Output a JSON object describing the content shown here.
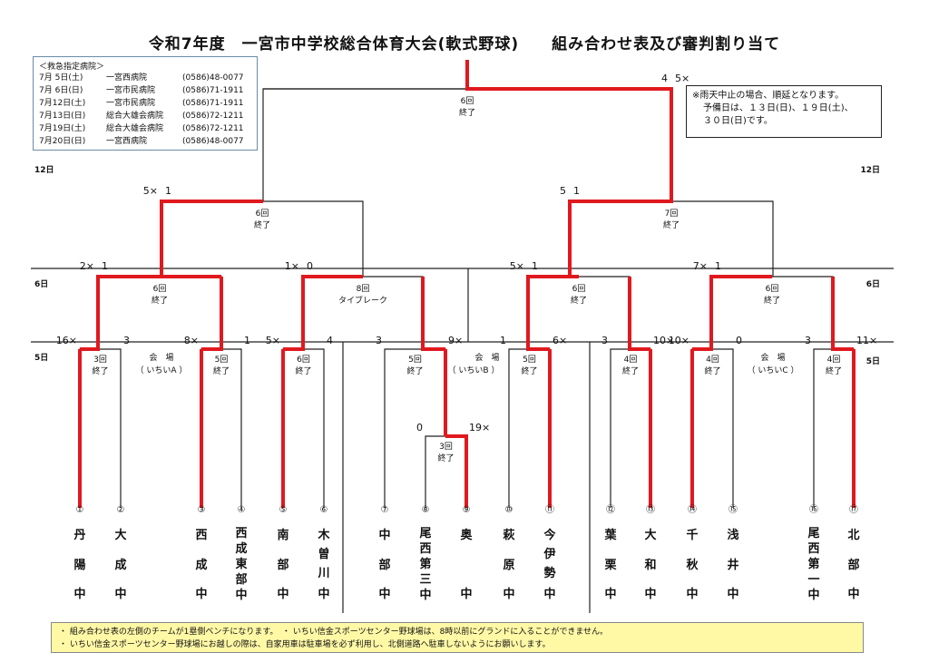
{
  "title": "令和7年度　一宮市中学校総合体育大会(軟式野球)　　組み合わせ表及び審判割り当て",
  "hospitals": {
    "heading": "＜救急指定病院＞",
    "rows": [
      {
        "date": "7月 5日(土)",
        "name": "一宮西病院",
        "phone": "(0586)48-0077"
      },
      {
        "date": "7月 6日(日)",
        "name": "一宮市民病院",
        "phone": "(0586)71-1911"
      },
      {
        "date": "7月12日(土)",
        "name": "一宮市民病院",
        "phone": "(0586)71-1911"
      },
      {
        "date": "7月13日(日)",
        "name": "総合大雄会病院",
        "phone": "(0586)72-1211"
      },
      {
        "date": "7月19日(土)",
        "name": "総合大雄会病院",
        "phone": "(0586)72-1211"
      },
      {
        "date": "7月20日(日)",
        "name": "一宮西病院",
        "phone": "(0586)48-0077"
      }
    ]
  },
  "rain_note": {
    "line1": "※雨天中止の場合、順延となります。",
    "line2": "予備日は、１３日(日)、１９日(土)、",
    "line3": "３０日(日)です。"
  },
  "days": {
    "d12": "12日",
    "d6": "6日",
    "d5": "5日"
  },
  "venues": {
    "a": {
      "label": "会　場",
      "name": "（ いちいA ）"
    },
    "b": {
      "label": "会　場",
      "name": "（ いちいB ）"
    },
    "c": {
      "label": "会　場",
      "name": "（ いちいC ）"
    }
  },
  "teams": [
    {
      "num": "①",
      "name": [
        "丹",
        "陽",
        "中"
      ]
    },
    {
      "num": "②",
      "name": [
        "大",
        "成",
        "中"
      ]
    },
    {
      "num": "③",
      "name": [
        "西",
        "成",
        "中"
      ]
    },
    {
      "num": "④",
      "name": [
        "西",
        "成",
        "東",
        "部",
        "中"
      ]
    },
    {
      "num": "⑤",
      "name": [
        "南",
        "部",
        "中"
      ]
    },
    {
      "num": "⑥",
      "name": [
        "木",
        "曽",
        "川",
        "中"
      ]
    },
    {
      "num": "⑦",
      "name": [
        "中",
        "部",
        "中"
      ]
    },
    {
      "num": "⑧",
      "name": [
        "尾",
        "西",
        "第",
        "三",
        "中"
      ]
    },
    {
      "num": "⑨",
      "name": [
        "奥",
        "中"
      ]
    },
    {
      "num": "⑩",
      "name": [
        "萩",
        "原",
        "中"
      ]
    },
    {
      "num": "⑪",
      "name": [
        "今",
        "伊",
        "勢",
        "中"
      ]
    },
    {
      "num": "⑫",
      "name": [
        "葉",
        "栗",
        "中"
      ]
    },
    {
      "num": "⑬",
      "name": [
        "大",
        "和",
        "中"
      ]
    },
    {
      "num": "⑭",
      "name": [
        "千",
        "秋",
        "中"
      ]
    },
    {
      "num": "⑮",
      "name": [
        "浅",
        "井",
        "中"
      ]
    },
    {
      "num": "⑯",
      "name": [
        "尾",
        "西",
        "第",
        "一",
        "中"
      ]
    },
    {
      "num": "⑰",
      "name": [
        "北",
        "部",
        "中"
      ]
    }
  ],
  "games": {
    "r1a": {
      "left": "16×",
      "right": "3",
      "n1": "3回",
      "n2": "終了"
    },
    "r1b": {
      "left": "8×",
      "right": "1",
      "n1": "5回",
      "n2": "終了"
    },
    "r1c": {
      "left": "5×",
      "right": "4",
      "n1": "6回",
      "n2": "終了"
    },
    "r1d": {
      "left": "3",
      "right": "9×",
      "n1": "5回",
      "n2": "終了"
    },
    "r1e": {
      "left": "0",
      "right": "19×",
      "n1": "3回",
      "n2": "終了"
    },
    "r1f": {
      "left": "1",
      "right": "6×",
      "n1": "5回",
      "n2": "終了"
    },
    "r1g": {
      "left": "3",
      "right": "10×",
      "n1": "4回",
      "n2": "終了"
    },
    "r1h": {
      "left": "10×",
      "right": "0",
      "n1": "4回",
      "n2": "終了"
    },
    "r1i": {
      "left": "3",
      "right": "11×",
      "n1": "4回",
      "n2": "終了"
    },
    "r2a": {
      "left": "2×",
      "right": "1",
      "n1": "6回",
      "n2": "終了"
    },
    "r2b": {
      "left": "1×",
      "right": "0",
      "n1": "8回",
      "n2": "タイブレーク"
    },
    "r2c": {
      "left": "5×",
      "right": "1",
      "n1": "6回",
      "n2": "終了"
    },
    "r2d": {
      "left": "7×",
      "right": "1",
      "n1": "6回",
      "n2": "終了"
    },
    "r3a": {
      "left": "5×",
      "right": "1",
      "n1": "6回",
      "n2": "終了"
    },
    "r3b": {
      "left": "5",
      "right": "1",
      "n1": "7回",
      "n2": "終了"
    },
    "final": {
      "left": "4",
      "right": "5×",
      "n1": "6回",
      "n2": "終了"
    }
  },
  "bottom_note": {
    "line1": "・ 組み合わせ表の左側のチームが1塁側ベンチになります。　・ いちい信金スポーツセンター野球場は、8時以前にグランドに入ることができません。",
    "line2": "・ いちい信金スポーツセンター野球場にお越しの際は、自家用車は駐車場を必ず利用し、北側道路へ駐車しないようにお願いします。"
  },
  "colors": {
    "winner": "#e0191f",
    "loser": "#222222",
    "note_bg": "#fff9a6"
  }
}
